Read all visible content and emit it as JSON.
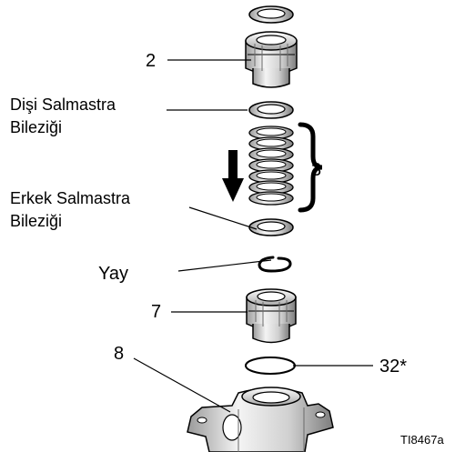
{
  "labels": {
    "part_2": "2",
    "female_gland": [
      "Dişi Salmastra",
      "Bileziği"
    ],
    "male_gland": [
      "Erkek Salmastra",
      "Bileziği"
    ],
    "packings": "3",
    "spring": "Yay",
    "part_7": "7",
    "part_8": "8",
    "part_32": "32*",
    "figure_id": "TI8467a"
  },
  "colors": {
    "metal_light": "#f2f2f2",
    "metal_mid": "#c8c8c8",
    "metal_dark": "#8a8a8a",
    "outline": "#000000"
  }
}
